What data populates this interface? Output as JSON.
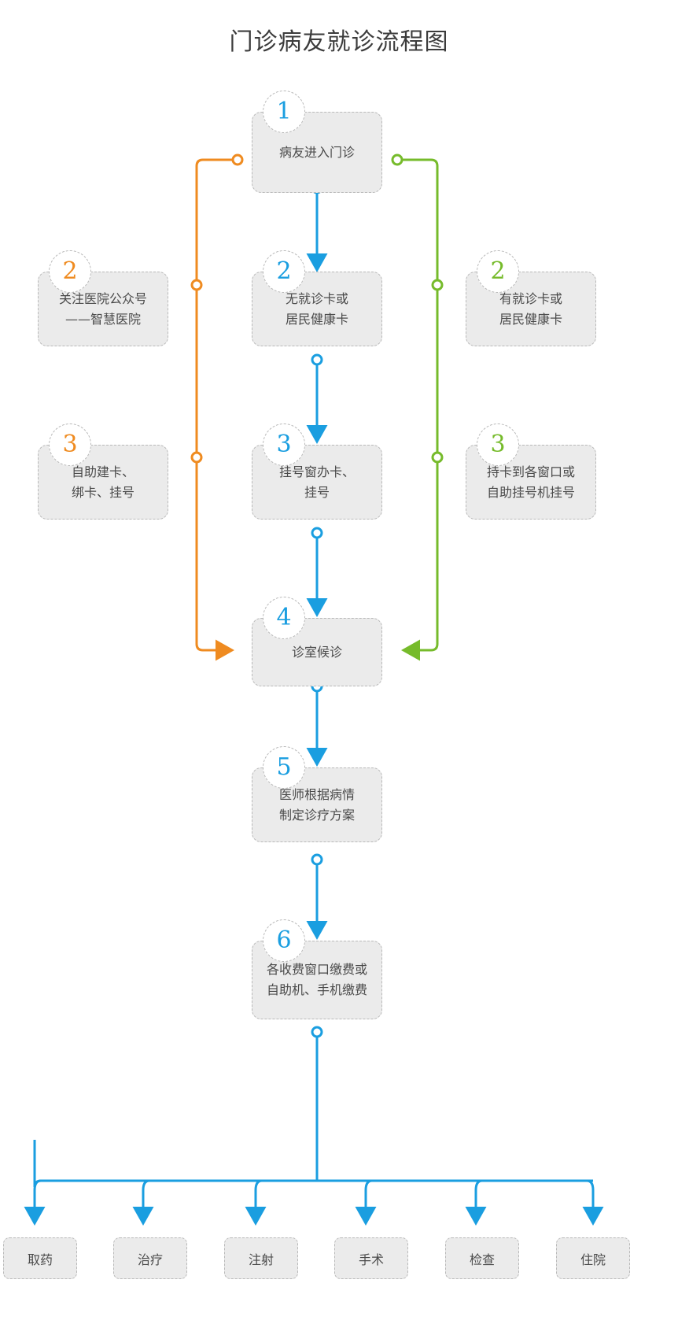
{
  "title": "门诊病友就诊流程图",
  "colors": {
    "blue": "#1a9ee0",
    "orange": "#ef8b20",
    "green": "#76bb2b",
    "node_fill": "#ebebeb",
    "node_border": "#b9b9b9",
    "text": "#4a4a4a",
    "title_text": "#3c3c3c"
  },
  "nodes": {
    "n1": {
      "number": "1",
      "color": "blue",
      "text": "病友进入门诊"
    },
    "left2": {
      "number": "2",
      "color": "orange",
      "text": "关注医院公众号\n——智慧医院"
    },
    "mid2": {
      "number": "2",
      "color": "blue",
      "text": "无就诊卡或\n居民健康卡"
    },
    "right2": {
      "number": "2",
      "color": "green",
      "text": "有就诊卡或\n居民健康卡"
    },
    "left3": {
      "number": "3",
      "color": "orange",
      "text": "自助建卡、\n绑卡、挂号"
    },
    "mid3": {
      "number": "3",
      "color": "blue",
      "text": "挂号窗办卡、\n挂号"
    },
    "right3": {
      "number": "3",
      "color": "green",
      "text": "持卡到各窗口或\n自助挂号机挂号"
    },
    "n4": {
      "number": "4",
      "color": "blue",
      "text": "诊室候诊"
    },
    "n5": {
      "number": "5",
      "color": "blue",
      "text": "医师根据病情\n制定诊疗方案"
    },
    "n6": {
      "number": "6",
      "color": "blue",
      "text": "各收费窗口缴费或\n自助机、手机缴费"
    }
  },
  "terminals": [
    {
      "label": "取药"
    },
    {
      "label": "治疗"
    },
    {
      "label": "注射"
    },
    {
      "label": "手术"
    },
    {
      "label": "检查"
    },
    {
      "label": "住院"
    }
  ]
}
